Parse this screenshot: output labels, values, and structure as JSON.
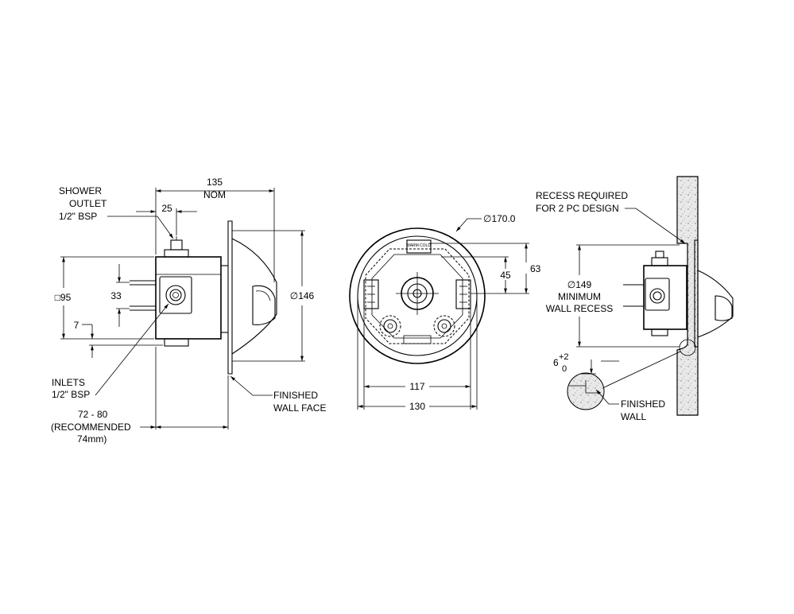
{
  "side_view": {
    "shower_outlet": [
      "SHOWER",
      "OUTLET",
      "1/2\" BSP"
    ],
    "dim_135": "135",
    "dim_nom": "NOM",
    "dim_25": "25",
    "dim_95": "□95",
    "dim_33": "33",
    "dim_7": "7",
    "dim_146": "∅146",
    "inlets": [
      "INLETS",
      "1/2\" BSP"
    ],
    "finished_wall_face": [
      "FINISHED",
      "WALL FACE"
    ],
    "recommended": [
      "72 - 80",
      "(RECOMMENDED",
      "74mm)"
    ]
  },
  "front_view": {
    "dim_170": "∅170.0",
    "dim_63": "63",
    "dim_45": "45",
    "dim_117": "117",
    "dim_130": "130",
    "warm": "WARM",
    "cold": "COLD"
  },
  "recess_view": {
    "recess_required": [
      "RECESS REQUIRED",
      "FOR 2 PC DESIGN"
    ],
    "dim_149": "∅149",
    "min_wall_recess": [
      "MINIMUM",
      "WALL RECESS"
    ],
    "tol_base": "6",
    "tol_plus": "+2",
    "tol_zero": "0",
    "finished_wall": [
      "FINISHED",
      "WALL"
    ]
  }
}
